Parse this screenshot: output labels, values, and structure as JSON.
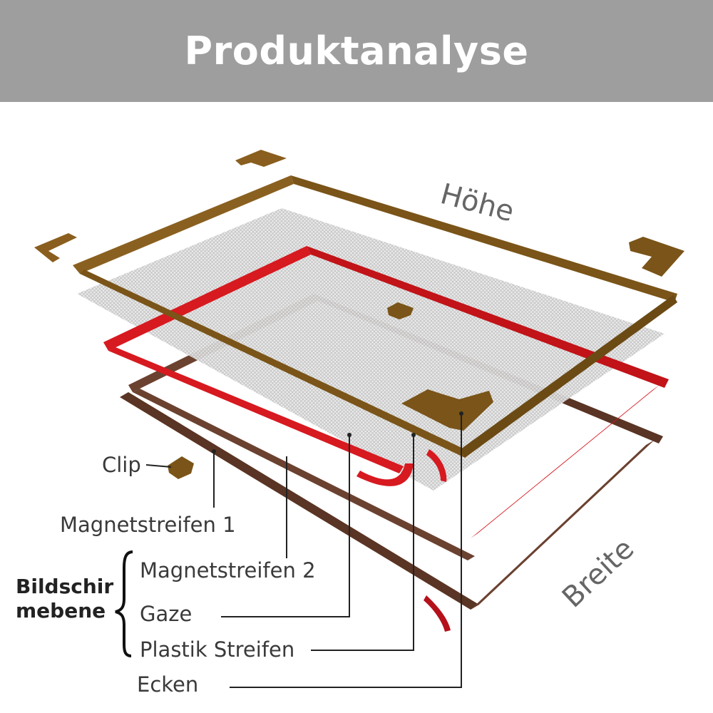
{
  "header": {
    "title": "Produktanalyse"
  },
  "dimensions": {
    "height_label": "Höhe",
    "width_label": "Breite"
  },
  "labels": {
    "clip": "Clip",
    "magnet_strip_1": "Magnetstreifen 1",
    "magnet_strip_2": "Magnetstreifen 2",
    "gauze": "Gaze",
    "plastic_strip": "Plastik Streifen",
    "corners": "Ecken"
  },
  "group": {
    "line1": "Bildschir",
    "line2": "mebene"
  },
  "colors": {
    "header_bg": "#9e9e9e",
    "frame_brown": "#7a5418",
    "magnet_red": "#d71920",
    "strip_dark_brown": "#6b4130",
    "mesh_gray": "#cfcfcf"
  }
}
